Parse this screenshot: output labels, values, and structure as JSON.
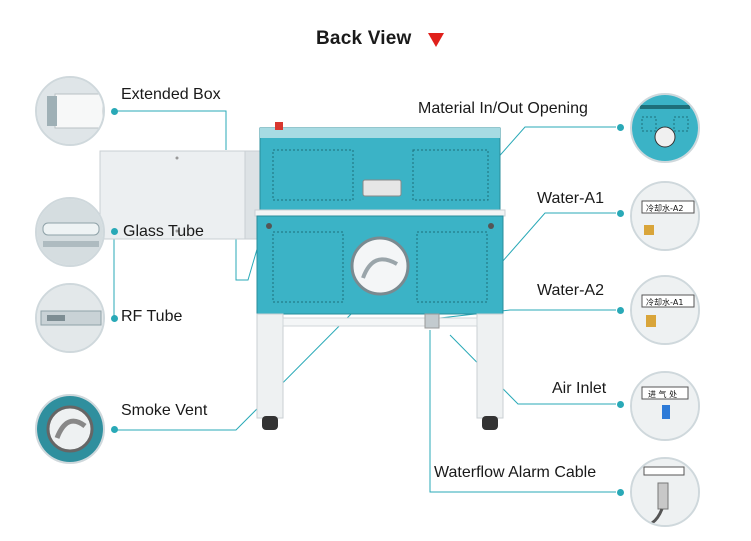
{
  "title": "Back View",
  "labels": {
    "extended_box": "Extended Box",
    "glass_tube": "Glass Tube",
    "rf_tube": "RF Tube",
    "smoke_vent": "Smoke Vent",
    "material_opening": "Material In/Out Opening",
    "water_a1": "Water-A1",
    "water_a2": "Water-A2",
    "air_inlet": "Air Inlet",
    "waterflow_alarm": "Waterflow Alarm Cable"
  },
  "thumb_text": {
    "water_a2_tag": "冷却水-A2",
    "water_a1_tag": "冷却水-A1",
    "air_tag": "进 气 处"
  },
  "colors": {
    "accent": "#29a9b7",
    "machine_blue": "#3bb3c6",
    "arrow_red": "#e0201b"
  }
}
